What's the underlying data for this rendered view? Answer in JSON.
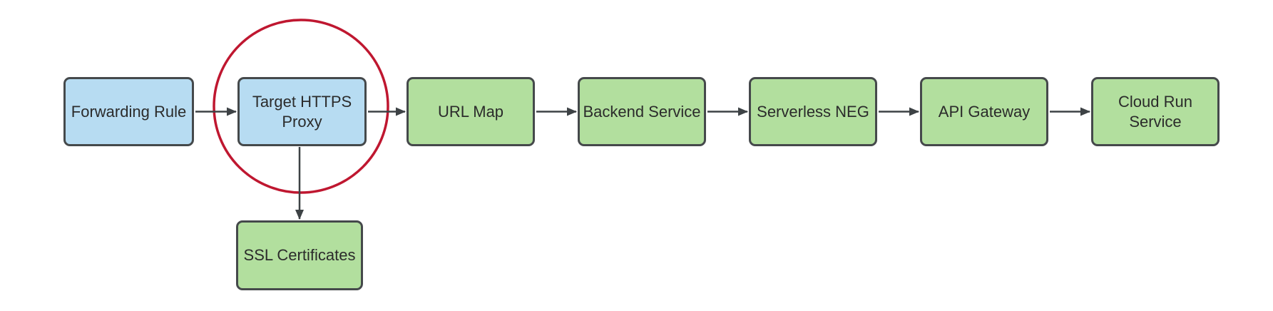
{
  "diagram": {
    "type": "flowchart",
    "background": "#ffffff",
    "colors": {
      "blue_fill": "#b7dcf2",
      "green_fill": "#b2df9e",
      "node_border": "#45494b",
      "connector": "#3d4245",
      "text": "#2b2b2b",
      "highlight_red": "#bf1730"
    },
    "nodes": [
      {
        "id": "forwarding-rule",
        "label": "Forwarding Rule",
        "color": "blue"
      },
      {
        "id": "target-https-proxy",
        "label": "Target HTTPS Proxy",
        "color": "blue",
        "highlighted": true
      },
      {
        "id": "url-map",
        "label": "URL Map",
        "color": "green"
      },
      {
        "id": "backend-service",
        "label": "Backend Service",
        "color": "green"
      },
      {
        "id": "serverless-neg",
        "label": "Serverless NEG",
        "color": "green"
      },
      {
        "id": "api-gateway",
        "label": "API Gateway",
        "color": "green"
      },
      {
        "id": "cloud-run-service",
        "label": "Cloud Run Service",
        "color": "green"
      },
      {
        "id": "ssl-certificates",
        "label": "SSL Certificates",
        "color": "green"
      }
    ],
    "edges": [
      {
        "from": "forwarding-rule",
        "to": "target-https-proxy"
      },
      {
        "from": "target-https-proxy",
        "to": "url-map"
      },
      {
        "from": "url-map",
        "to": "backend-service"
      },
      {
        "from": "backend-service",
        "to": "serverless-neg"
      },
      {
        "from": "serverless-neg",
        "to": "api-gateway"
      },
      {
        "from": "api-gateway",
        "to": "cloud-run-service"
      },
      {
        "from": "target-https-proxy",
        "to": "ssl-certificates",
        "direction": "down"
      }
    ],
    "annotations": [
      {
        "type": "circle",
        "around": "target-https-proxy",
        "color_ref": "highlight_red"
      }
    ]
  }
}
